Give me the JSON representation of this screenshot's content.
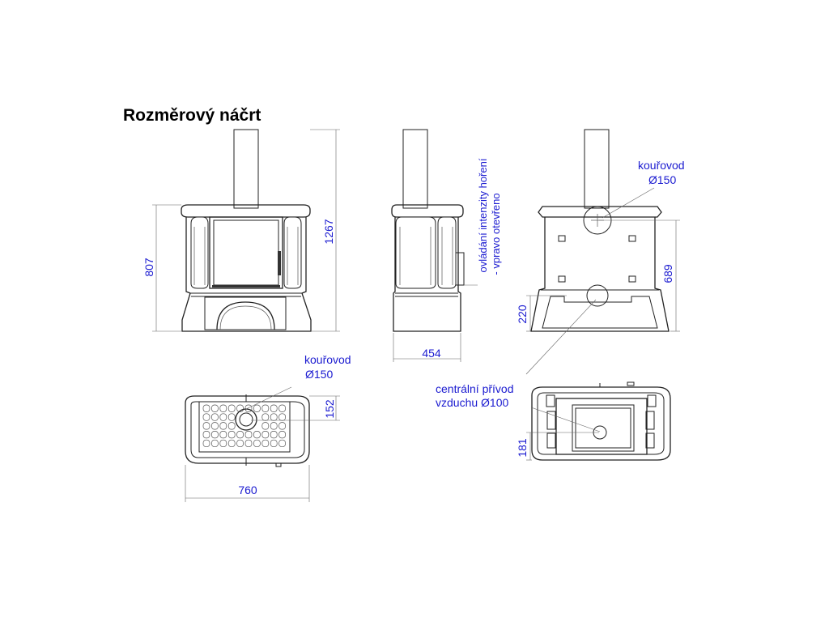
{
  "title": "Rozměrový náčrt",
  "dimensions": {
    "front_height_total": "1267",
    "front_height_body": "807",
    "side_depth": "454",
    "back_flue_height": "689",
    "back_air_height": "220",
    "top_width": "760",
    "top_flue_offset": "152",
    "bottom_air_offset": "181"
  },
  "labels": {
    "flue_top": {
      "line1": "kouřovod",
      "line2": "Ø150"
    },
    "flue_back": {
      "line1": "kouřovod",
      "line2": "Ø150"
    },
    "air_supply": {
      "line1": "centrální přívod",
      "line2": "vzduchu Ø100"
    },
    "control": {
      "line1": "ovládání intenzity hoření",
      "line2": "- vpravo otevřeno"
    }
  }
}
